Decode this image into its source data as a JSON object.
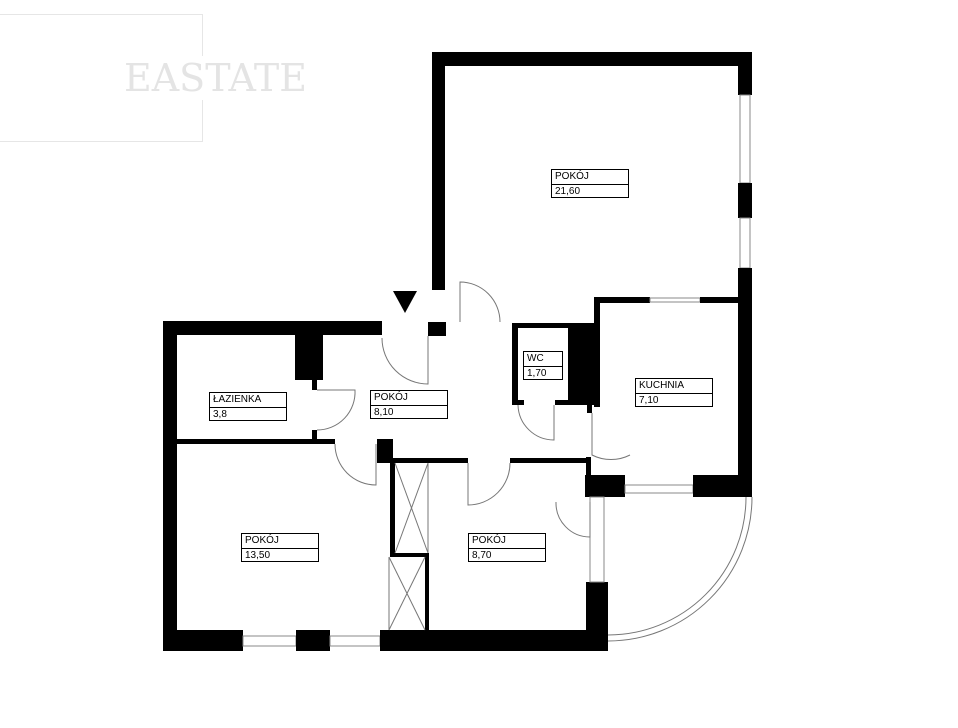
{
  "logo": {
    "text": "EASTATE"
  },
  "rooms": [
    {
      "name": "POKÓJ",
      "area": "21,60"
    },
    {
      "name": "POKÓJ",
      "area": "8,10"
    },
    {
      "name": "ŁAZIENKA",
      "area": "3,8"
    },
    {
      "name": "WC",
      "area": "1,70"
    },
    {
      "name": "KUCHNIA",
      "area": "7,10"
    },
    {
      "name": "POKÓJ",
      "area": "13,50"
    },
    {
      "name": "POKÓJ",
      "area": "8,70"
    }
  ]
}
